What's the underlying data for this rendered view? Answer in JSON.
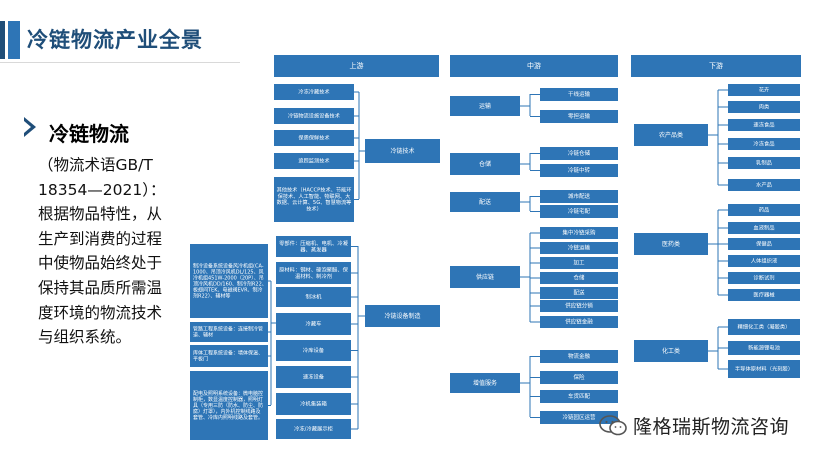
{
  "page": {
    "title": "冷链物流产业全景",
    "side_heading": "冷链物流",
    "side_lines": [
      "（物流术语GB/T",
      "18354—2021）：",
      "根据物品特性，从",
      "生产到消费的过程",
      "中使物品始终处于",
      "保持其品质所需温",
      "度环境的物流技术",
      "与组织系统。"
    ],
    "watermark": "隆格瑞斯物流咨询"
  },
  "colors": {
    "box": "#2e75b6",
    "box_text": "#ffffff",
    "line": "#2e75b6",
    "title": "#1f4e79"
  },
  "diagram": {
    "headers": [
      "上游",
      "中游",
      "下游"
    ],
    "upstream": {
      "tech_hub": "冷链技术",
      "tech_items": [
        "冷冻冷藏技术",
        "冷链物流设施设备技术",
        "保质保鲜技术",
        "追踪监测技术",
        "其他技术（HACCP技术、节能环保技术、人工智能、物联网、大数据、云计算、5G、智慧物流等技术）"
      ],
      "equip_hub": "冷链设备制造",
      "equip_items": [
        "零部件：压缩机、电机、冷凝器、蒸发器",
        "原材料：钢材、硬泡聚醚、保温材料、制冷剂",
        "制冰机",
        "冷藏车",
        "冷库设备",
        "速冻设备",
        "冷机集装箱",
        "冷冻/冷藏展示柜"
      ],
      "notes": [
        "制冷设备系统设备风冷机组(CA-1000、吊顶冷风机DL/125、风冷机组451W-2000（20P）、吊顶冷风机DD/160、制冷剂R22、板翅间TEK、电磁阀EVR、制冷剂R22）、辅材等",
        "管路工程系统设备：连接制冷管道、辅材",
        "库体工程系统设备：墙体保温、平板门",
        "配电及照明系统设备：微电脑控制柜，数显温度控制器，照明灯具（专用三防（防水、防尘、防腐）灯罩），内外机控制线路及套管、冷库内照明线路及套管。"
      ]
    },
    "midstream": [
      {
        "label": "运输",
        "children": [
          "干线运输",
          "零担运输"
        ]
      },
      {
        "label": "仓储",
        "children": [
          "冷链仓储",
          "冷链中转"
        ]
      },
      {
        "label": "配送",
        "children": [
          "城市配送",
          "冷链宅配"
        ]
      },
      {
        "label": "供应链",
        "children": [
          "集中冷链采购",
          "冷链运输",
          "加工",
          "仓储",
          "配送",
          "供应链分销",
          "供应链金融"
        ]
      },
      {
        "label": "增值服务",
        "children": [
          "物流金融",
          "保险",
          "车货匹配",
          "冷链园区运营"
        ]
      }
    ],
    "downstream": [
      {
        "label": "农产品类",
        "children": [
          "花卉",
          "肉类",
          "速冻食品",
          "冷冻食品",
          "乳制品",
          "水产品"
        ]
      },
      {
        "label": "医药类",
        "children": [
          "药品",
          "血液制品",
          "保健品",
          "人体组织液",
          "诊断试剂",
          "医疗器械"
        ]
      },
      {
        "label": "化工类",
        "children": [
          "精细化工类（凝胶类）",
          "新能源锂电池",
          "半导体原材料（光刻胶）"
        ]
      }
    ]
  }
}
